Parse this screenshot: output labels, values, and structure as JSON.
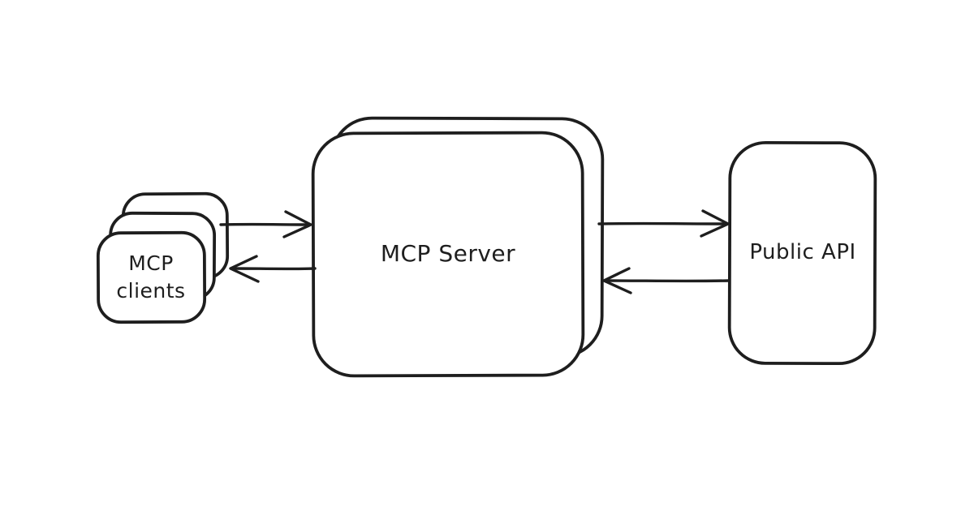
{
  "diagram": {
    "background": "#ffffff",
    "stroke_color": "#1e1e1e",
    "fill_color": "#ffffff",
    "style": "hand-drawn whiteboard sketch",
    "nodes": [
      {
        "id": "mcp-clients",
        "label": "MCP clients",
        "shape": "rounded-rect-stack",
        "stack_count": 3
      },
      {
        "id": "mcp-server",
        "label": "MCP Server",
        "shape": "rounded-rect-stack",
        "stack_count": 2
      },
      {
        "id": "public-api",
        "label": "Public API",
        "shape": "rounded-rect",
        "stack_count": 1
      }
    ],
    "edges": [
      {
        "from": "mcp-clients",
        "to": "mcp-server",
        "arrowhead": "open-chevron",
        "direction": "right"
      },
      {
        "from": "mcp-server",
        "to": "mcp-clients",
        "arrowhead": "open-chevron",
        "direction": "left"
      },
      {
        "from": "mcp-server",
        "to": "public-api",
        "arrowhead": "open-chevron",
        "direction": "right"
      },
      {
        "from": "public-api",
        "to": "mcp-server",
        "arrowhead": "open-chevron",
        "direction": "left"
      }
    ]
  }
}
